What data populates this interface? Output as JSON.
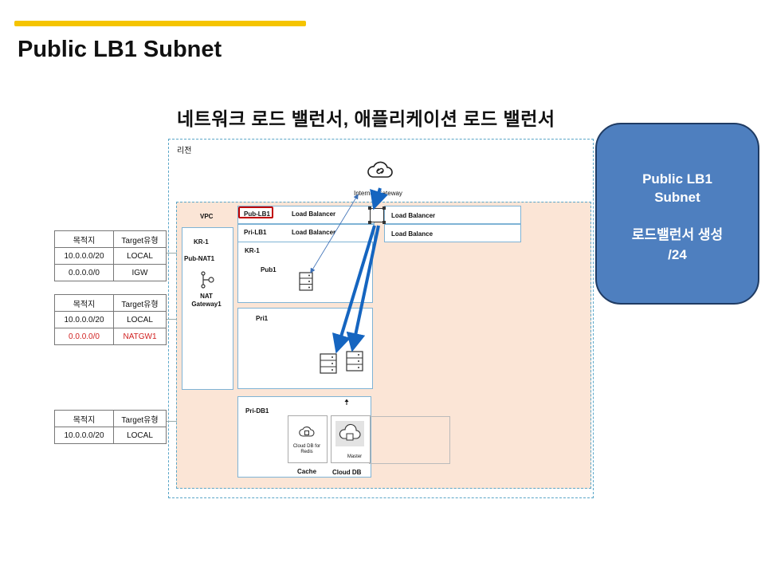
{
  "page": {
    "title": "Public LB1 Subnet"
  },
  "diagram": {
    "heading": "네트워크 로드 밸런서, 애플리케이션 로드 밸런서",
    "region_label": "리전",
    "internet_gateway_label": "Internet Gateway",
    "vpc_label": "VPC",
    "pub_nat": {
      "zone": "KR-1",
      "name": "Pub-NAT1",
      "gateway_label": "NAT Gateway1"
    },
    "lb_rows": [
      {
        "subnet": "Pub-LB1",
        "lb_left": "Load Balancer",
        "lb_right": "Load Balancer"
      },
      {
        "subnet": "Pri-LB1",
        "lb_left": "Load Balancer",
        "lb_right": "Load Balance"
      }
    ],
    "zone_main": "KR-1",
    "pub1_label": "Pub1",
    "pri1_label": "Pri1",
    "pridb": {
      "name": "Pri-DB1",
      "redis_label": "Cloud DB for Redis",
      "master_label": "Master",
      "cache_label": "Cache",
      "clouddb_label": "Cloud DB"
    }
  },
  "route_tables": [
    {
      "headers": [
        "목적지",
        "Target유형"
      ],
      "rows": [
        [
          "10.0.0.0/20",
          "LOCAL"
        ],
        [
          "0.0.0.0/0",
          "IGW"
        ]
      ],
      "highlight_row": -1
    },
    {
      "headers": [
        "목적지",
        "Target유형"
      ],
      "rows": [
        [
          "10.0.0.0/20",
          "LOCAL"
        ],
        [
          "0.0.0.0/0",
          "NATGW1"
        ]
      ],
      "highlight_row": 1
    },
    {
      "headers": [
        "목적지",
        "Target유형"
      ],
      "rows": [
        [
          "10.0.0.0/20",
          "LOCAL"
        ]
      ],
      "highlight_row": -1
    }
  ],
  "callout": {
    "line1": "Public LB1",
    "line2": "Subnet",
    "line3": "로드밸런서 생성",
    "line4": "/24"
  },
  "colors": {
    "accent_bar": "#f5c400",
    "callout_fill": "#4e7fbf",
    "arrow": "#1565c0",
    "highlight": "#c00000"
  }
}
